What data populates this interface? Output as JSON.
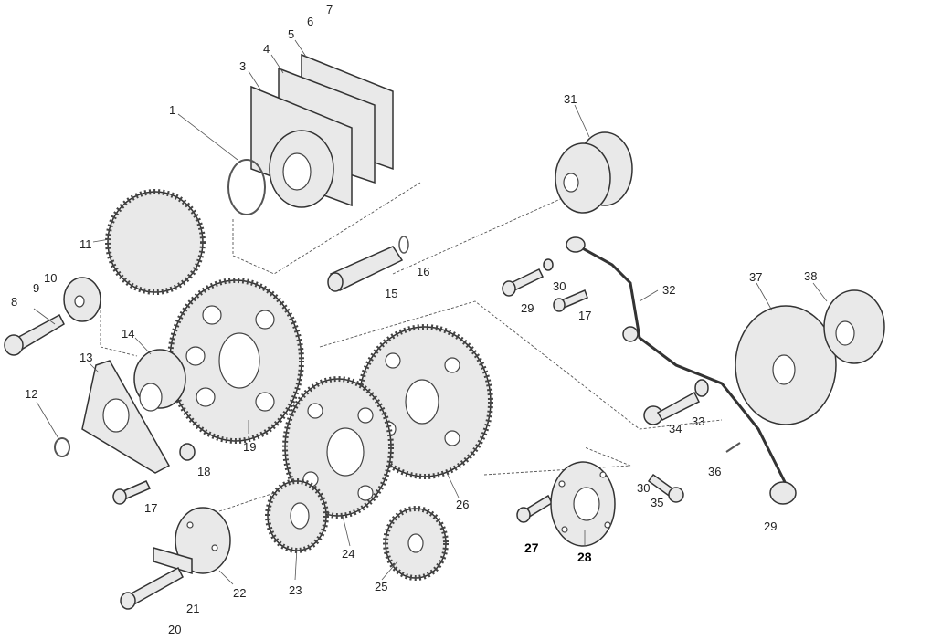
{
  "diagram": {
    "labels": {
      "p1": "1",
      "p3": "3",
      "p4": "4",
      "p5": "5",
      "p6": "6",
      "p7": "7",
      "p31": "31",
      "p11": "11",
      "p16": "16",
      "p15": "15",
      "p10": "10",
      "p9": "9",
      "p8": "8",
      "p30a": "30",
      "p29a": "29",
      "p17a": "17",
      "p32": "32",
      "p37": "37",
      "p38": "38",
      "p14": "14",
      "p13": "13",
      "p12": "12",
      "p19": "19",
      "p18": "18",
      "p17b": "17",
      "p26": "26",
      "p33": "33",
      "p34": "34",
      "p36": "36",
      "p30b": "30",
      "p35": "35",
      "p29b": "29",
      "p27": "27",
      "p28": "28",
      "p23": "23",
      "p24": "24",
      "p25": "25",
      "p22": "22",
      "p21": "21",
      "p20": "20"
    }
  }
}
